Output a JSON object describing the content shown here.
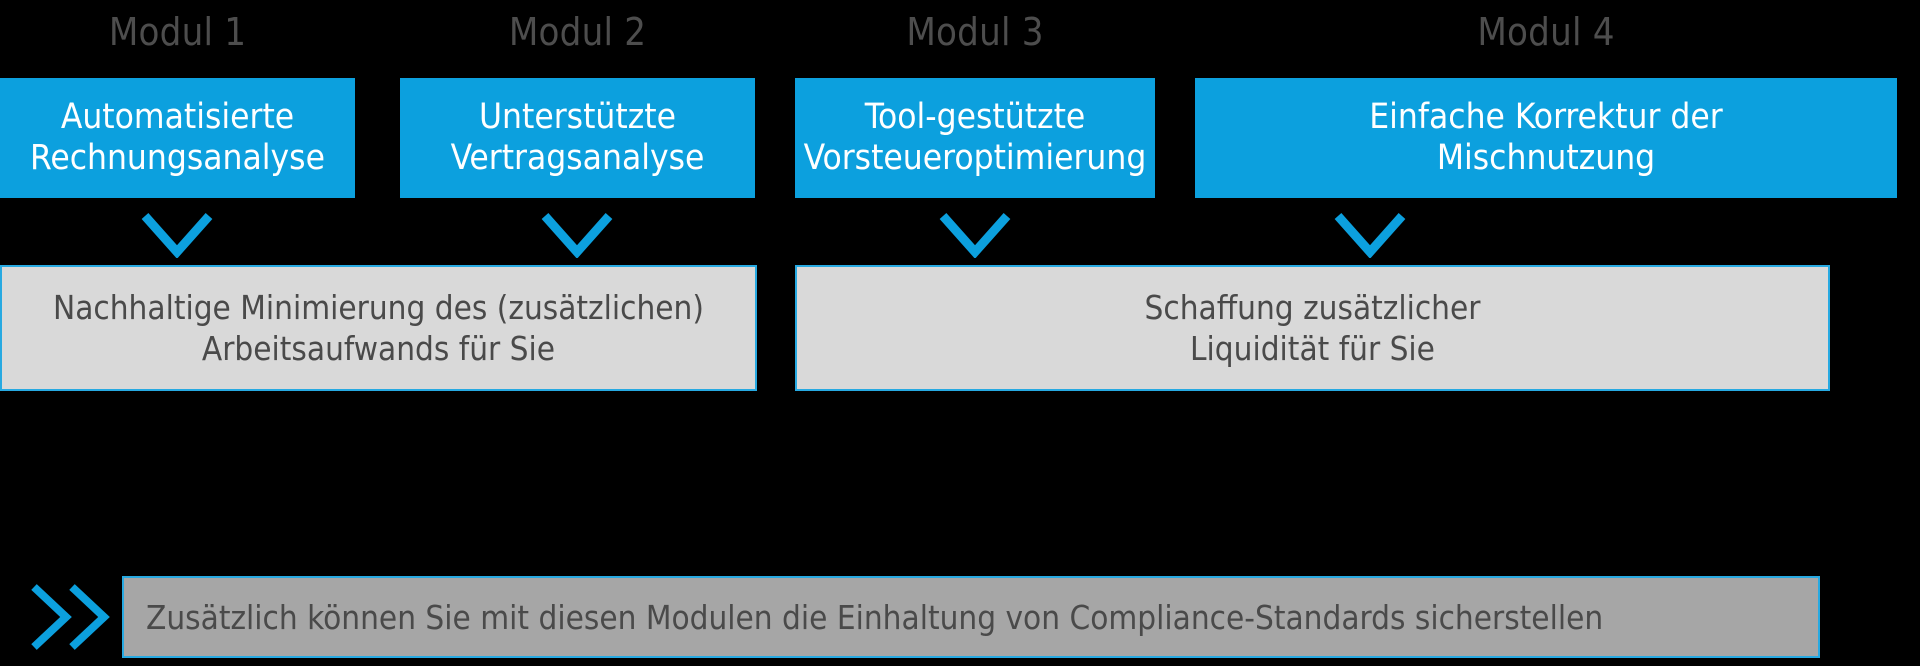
{
  "colors": {
    "background": "#000000",
    "accent_blue": "#0CA0DE",
    "border_blue": "#27A9E1",
    "light_grey": "#d9d9d9",
    "mid_grey": "#a6a6a6",
    "label_grey": "#4d4d4d",
    "body_text_grey": "#4a4a4a",
    "module_text": "#ffffff"
  },
  "modules": [
    {
      "label": "Modul 1",
      "title_line1": "Automatisierte",
      "title_line2": "Rechnungsanalyse"
    },
    {
      "label": "Modul 2",
      "title_line1": "Unterstützte",
      "title_line2": "Vertragsanalyse"
    },
    {
      "label": "Modul 3",
      "title_line1": "Tool-gestützte",
      "title_line2": "Vorsteueroptimierung"
    },
    {
      "label": "Modul 4",
      "title_line1": "Einfache Korrektur der",
      "title_line2": "Mischnutzung"
    }
  ],
  "benefits": [
    {
      "line1": "Nachhaltige Minimierung des (zusätzlichen)",
      "line2": "Arbeitsaufwands für Sie"
    },
    {
      "line1": "Schaffung zusätzlicher",
      "line2": "Liquidität für Sie"
    }
  ],
  "compliance": {
    "text": "Zusätzlich können Sie mit diesen Modulen die Einhaltung von Compliance-Standards sicherstellen",
    "icon": "double-chevron-right-icon"
  },
  "icons": {
    "arrow_down": "chevron-down-icon"
  }
}
